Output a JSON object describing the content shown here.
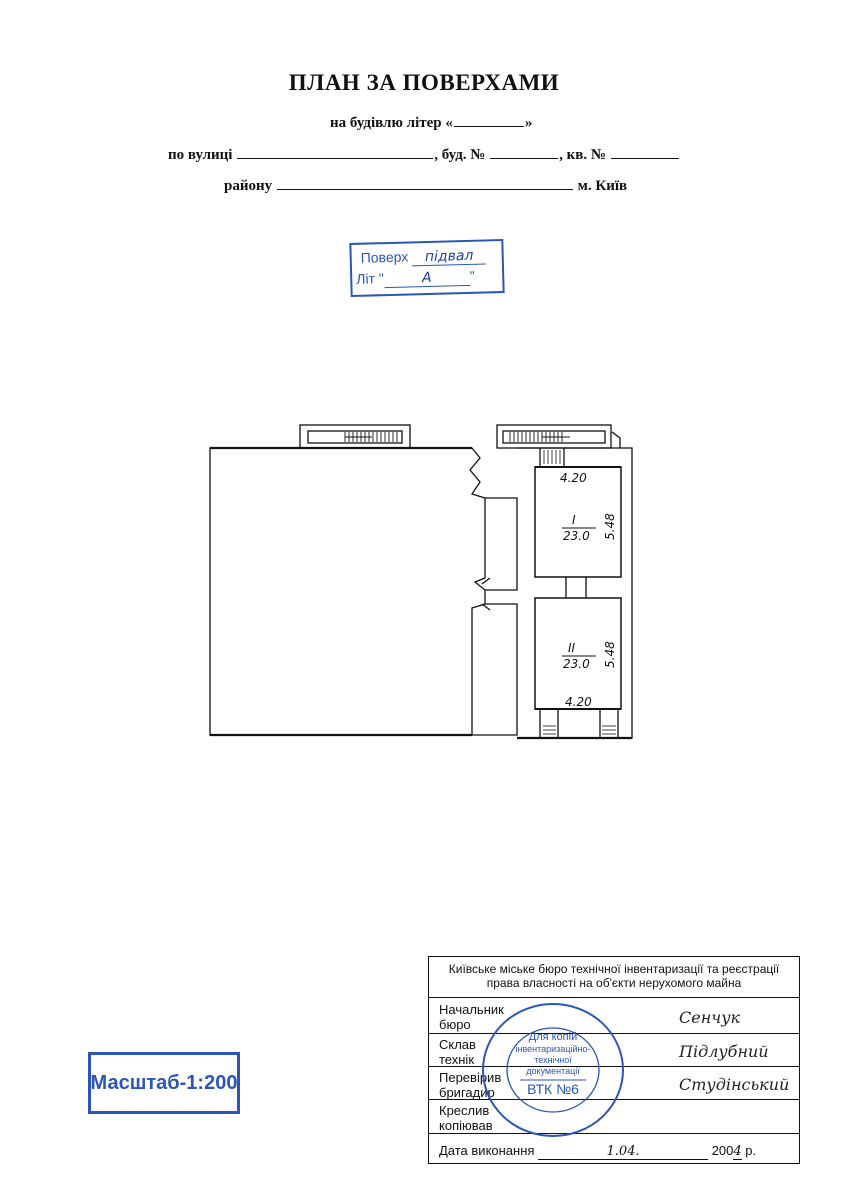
{
  "header": {
    "title": "ПЛАН ЗА ПОВЕРХАМИ",
    "line1_prefix": "на будівлю літер «",
    "line1_suffix": "»",
    "line2_street": "по вулиці",
    "line2_house": ", буд. №",
    "line2_apt": ", кв. №",
    "line3_district": "району",
    "line3_city": "м. Київ"
  },
  "floor_stamp": {
    "floor_label": "Поверх",
    "floor_value": "підвал",
    "lit_label": "Літ \"",
    "lit_value": "А",
    "lit_close": "\""
  },
  "plan": {
    "room1_number": "I",
    "room1_area": "23.0",
    "room1_width": "4.20",
    "room1_length": "5.48",
    "room2_number": "II",
    "room2_area": "23.0",
    "room2_width": "4.20",
    "room2_length": "5.48"
  },
  "scale_stamp": "Масштаб-1:200",
  "title_block": {
    "org_line1": "Київське міське бюро технічної інвентаризації та реєстрації",
    "org_line2": "права власності на об'єкти нерухомого майна",
    "rows": [
      {
        "label1": "Начальник",
        "label2": "бюро",
        "signature": "Сенчук"
      },
      {
        "label1": "Склав",
        "label2": "технік",
        "signature": "Підлубний"
      },
      {
        "label1": "Перевірив",
        "label2": "бригадир",
        "signature": "Студінський"
      },
      {
        "label1": "Креслив",
        "label2": "копіював",
        "signature": ""
      }
    ],
    "date_label": "Дата виконання",
    "date_value": "1.04.",
    "year_prefix": "200",
    "year_value": "4",
    "year_suffix": "р."
  },
  "round_stamp": {
    "center_line1": "Для копій",
    "center_line2": "інвентаризаційно-",
    "center_line3": "технічної",
    "center_line4": "документації",
    "center_line5": "ВТК №6"
  },
  "colors": {
    "stamp_blue": "#2b55b8",
    "ink": "#111111"
  }
}
